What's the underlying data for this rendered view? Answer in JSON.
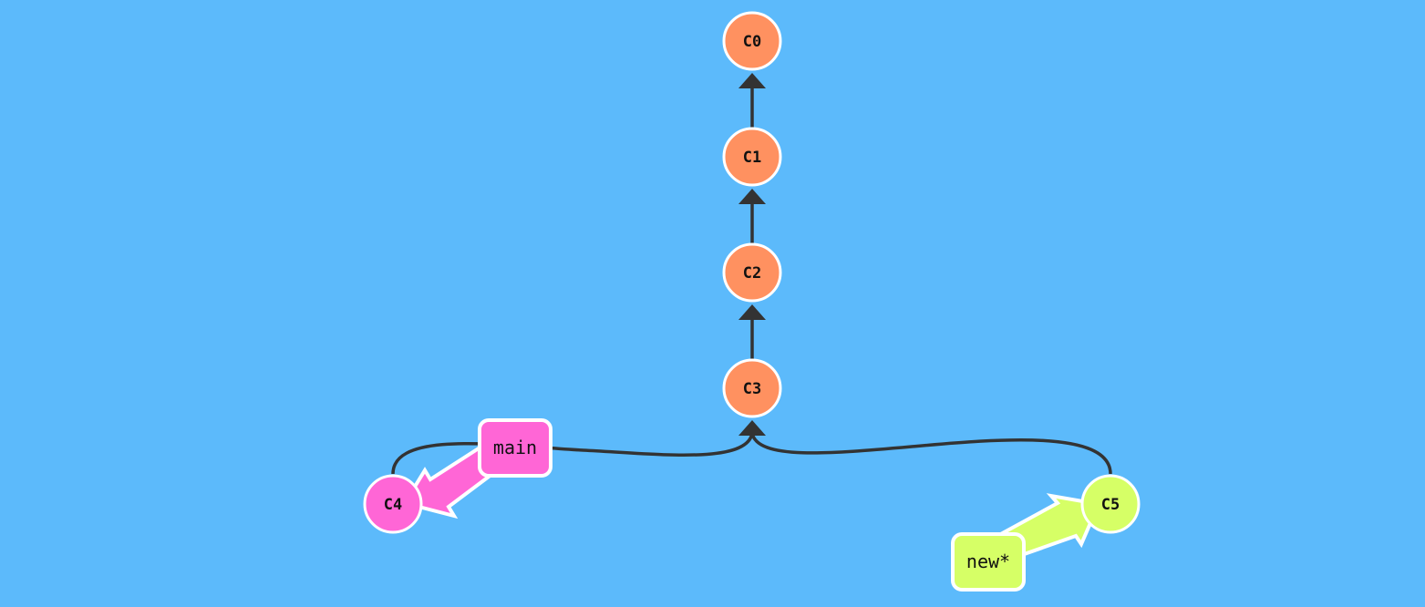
{
  "colors": {
    "background": "#5cbafb",
    "commit_default": "#ff9160",
    "main_branch": "#ff66d6",
    "new_branch": "#d6ff66",
    "edge": "#333333",
    "outline": "#ffffff"
  },
  "commits": [
    {
      "id": "C0",
      "label": "C0",
      "color": "commit_default"
    },
    {
      "id": "C1",
      "label": "C1",
      "color": "commit_default"
    },
    {
      "id": "C2",
      "label": "C2",
      "color": "commit_default"
    },
    {
      "id": "C3",
      "label": "C3",
      "color": "commit_default"
    },
    {
      "id": "C4",
      "label": "C4",
      "color": "main_branch"
    },
    {
      "id": "C5",
      "label": "C5",
      "color": "new_branch"
    }
  ],
  "edges": [
    {
      "from": "C1",
      "to": "C0"
    },
    {
      "from": "C2",
      "to": "C1"
    },
    {
      "from": "C3",
      "to": "C2"
    },
    {
      "from": "C4",
      "to": "C3"
    },
    {
      "from": "C5",
      "to": "C3"
    }
  ],
  "branches": [
    {
      "name": "main",
      "label": "main",
      "target": "C4",
      "color": "main_branch"
    },
    {
      "name": "new",
      "label": "new*",
      "target": "C5",
      "color": "new_branch"
    }
  ]
}
